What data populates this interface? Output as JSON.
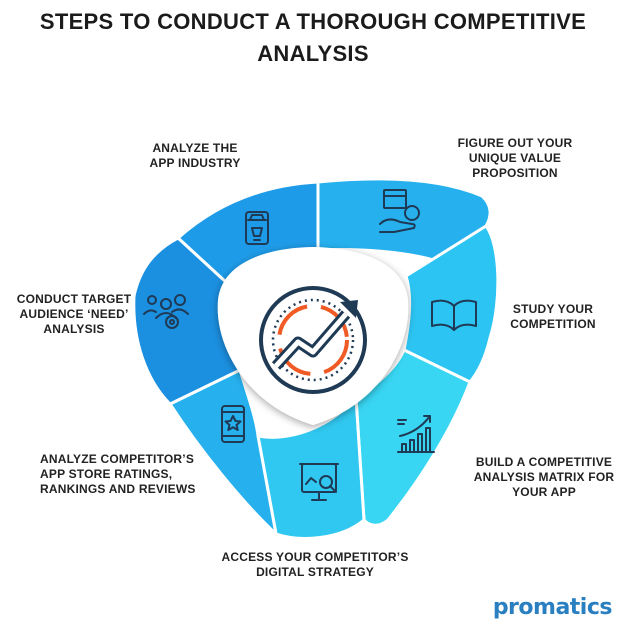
{
  "title": {
    "line1": "STEPS TO CONDUCT A THOROUGH COMPETITIVE",
    "line2": "ANALYSIS"
  },
  "steps": [
    {
      "lines": [
        "ANALYZE THE",
        "APP INDUSTRY"
      ],
      "icon": "smartphone-store-icon",
      "color": "#1e9be8"
    },
    {
      "lines": [
        "FIGURE OUT  YOUR",
        "UNIQUE VALUE",
        "PROPOSITION"
      ],
      "icon": "product-hand-icon",
      "color": "#26b0ee"
    },
    {
      "lines": [
        "STUDY YOUR",
        "COMPETITION"
      ],
      "icon": "open-book-icon",
      "color": "#2cc4f2"
    },
    {
      "lines": [
        "BUILD A COMPETITIVE",
        "ANALYSIS MATRIX FOR",
        "YOUR APP"
      ],
      "icon": "growth-chart-icon",
      "color": "#38d6f3"
    },
    {
      "lines": [
        "ACCESS YOUR COMPETITOR’S",
        "DIGITAL STRATEGY"
      ],
      "icon": "presentation-search-icon",
      "color": "#30c8f0"
    },
    {
      "lines": [
        "ANALYZE COMPETITOR’S",
        "APP STORE RATINGS,",
        "RANKINGS AND REVIEWS"
      ],
      "icon": "phone-star-icon",
      "color": "#26b0ee"
    },
    {
      "lines": [
        "CONDUCT TARGET",
        "AUDIENCE ‘NEED’",
        "ANALYSIS"
      ],
      "icon": "audience-target-icon",
      "color": "#1b8fe0"
    }
  ],
  "center_icon": "growth-arrow-icon",
  "brand": "promatics"
}
